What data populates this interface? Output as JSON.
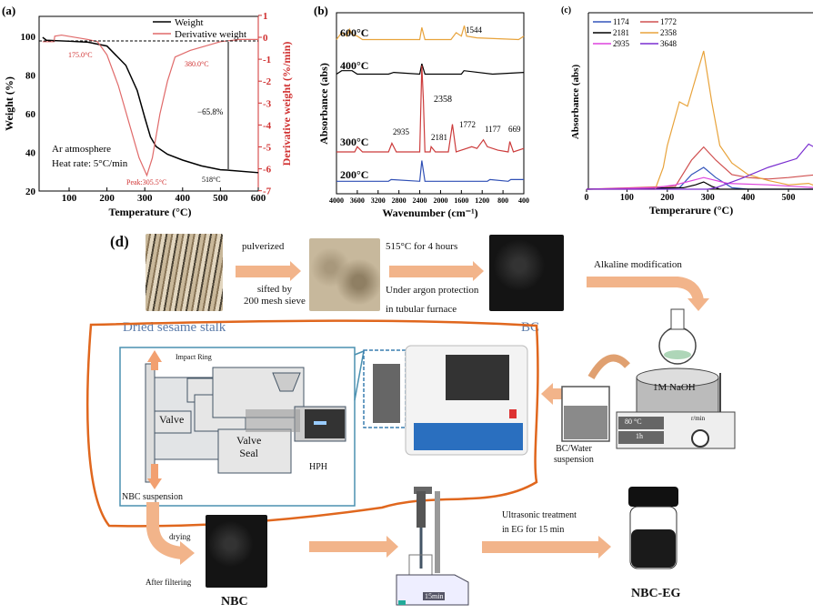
{
  "panel_labels": {
    "a": "(a)",
    "b": "(b)",
    "c": "(c)",
    "d": "(d)"
  },
  "chart_data": [
    {
      "id": "a",
      "type": "line",
      "xlabel": "Temperature (°C)",
      "ylabel": "Weight (%)",
      "ylabel_right": "Derivative weight (%/min)",
      "xlim": [
        30,
        600
      ],
      "ylim": [
        20,
        110
      ],
      "ylim_right": [
        -7,
        1
      ],
      "xticks": [
        100,
        200,
        300,
        400,
        500,
        600
      ],
      "yticks": [
        20,
        40,
        60,
        80,
        100
      ],
      "yticks_right": [
        1,
        0,
        -1,
        -2,
        -3,
        -4,
        -5,
        -6,
        -7
      ],
      "legend": [
        "Weight",
        "Derivative weight"
      ],
      "legend_position": "top-right",
      "colors": {
        "weight": "#000000",
        "derivative": "#e06a6a"
      },
      "series": [
        {
          "name": "Weight",
          "axis": "left",
          "x": [
            30,
            40,
            100,
            150,
            200,
            250,
            280,
            300,
            315,
            330,
            360,
            400,
            450,
            500,
            518,
            600
          ],
          "y": [
            99.5,
            98,
            97.5,
            97,
            95,
            85,
            72,
            58,
            48,
            43,
            39,
            36,
            33,
            31,
            30.8,
            29.5
          ]
        },
        {
          "name": "Derivative weight",
          "axis": "right",
          "x": [
            30,
            60,
            62,
            80,
            150,
            175,
            200,
            230,
            260,
            285,
            305.5,
            320,
            340,
            360,
            380,
            420,
            500,
            550,
            600
          ],
          "y": [
            -0.2,
            -0.2,
            0.05,
            0.1,
            -0.1,
            -0.2,
            -0.8,
            -2.2,
            -4,
            -5.5,
            -6.3,
            -5.5,
            -3.5,
            -2,
            -0.9,
            -0.6,
            -0.2,
            -0.1,
            -0.1
          ]
        }
      ],
      "annotations": {
        "t1": "175.0°C",
        "t2": "380.0°C",
        "peak": "Peak:305.5°C",
        "end": "518°C",
        "loss": "−65.8%",
        "atm": "Ar atmosphere",
        "rate": "Heat rate: 5°C/min"
      }
    },
    {
      "id": "b",
      "type": "line",
      "xlabel": "Wavenumber (cm⁻¹)",
      "ylabel": "Absorbance (abs)",
      "xlim": [
        4000,
        400
      ],
      "xticks": [
        4000,
        3600,
        3200,
        2800,
        2400,
        2000,
        1600,
        1200,
        800,
        400
      ],
      "series": [
        {
          "name": "600°C",
          "color": "#e8a33b",
          "offset": 0.85,
          "x": [
            4000,
            3900,
            3800,
            3750,
            3700,
            3600,
            3500,
            2400,
            2360,
            2300,
            1800,
            1700,
            1600,
            1544,
            1500,
            1300,
            500,
            400
          ],
          "y": [
            0,
            0.04,
            0.02,
            0.06,
            0.03,
            0.02,
            0,
            0,
            0.07,
            0,
            0,
            0.04,
            0.02,
            0.08,
            0.02,
            0.01,
            0,
            0.02
          ]
        },
        {
          "name": "400°C",
          "color": "#000000",
          "offset": 0.65,
          "x": [
            4000,
            3900,
            3700,
            3600,
            3000,
            2900,
            2400,
            2360,
            2300,
            1600,
            1550,
            1000,
            400
          ],
          "y": [
            0,
            0.02,
            0.02,
            0,
            0,
            0.01,
            0,
            0.06,
            0,
            0,
            0.02,
            0,
            0.01
          ]
        },
        {
          "name": "300°C",
          "color": "#cc3b3b",
          "offset": 0.2,
          "x": [
            4000,
            3650,
            3600,
            3500,
            3000,
            2935,
            2850,
            2400,
            2360,
            2330,
            2300,
            2200,
            2181,
            2100,
            1850,
            1772,
            1700,
            1400,
            1300,
            1177,
            1100,
            900,
            700,
            669,
            600,
            400
          ],
          "y": [
            0,
            0,
            0.03,
            0,
            0,
            0.05,
            0,
            0,
            0.5,
            0.3,
            0,
            0,
            0.03,
            0,
            0,
            0.16,
            0,
            0.03,
            0.02,
            0.07,
            0.03,
            0.01,
            0,
            0.06,
            0,
            0.02
          ]
        },
        {
          "name": "200°C",
          "color": "#2f4fb5",
          "offset": 0.03,
          "x": [
            4000,
            3000,
            2950,
            2400,
            2360,
            2300,
            2200,
            1100,
            1050,
            700,
            650,
            400
          ],
          "y": [
            0,
            0,
            0.01,
            0,
            0.12,
            0,
            0,
            0,
            0.01,
            0,
            0.01,
            0.01
          ]
        }
      ],
      "peak_labels": [
        "1544",
        "2358",
        "2935",
        "2181",
        "1772",
        "1177",
        "669"
      ]
    },
    {
      "id": "c",
      "type": "line",
      "xlabel": "Temperarure (°C)",
      "ylabel": "Absorbance (abs)",
      "xlim": [
        0,
        570
      ],
      "ylim": [
        0,
        1
      ],
      "xticks": [
        0,
        100,
        200,
        300,
        400,
        500
      ],
      "legend_position": "top-left",
      "series": [
        {
          "name": "1174",
          "color": "#3355bb",
          "x": [
            0,
            230,
            260,
            290,
            320,
            360,
            400,
            570
          ],
          "y": [
            0,
            0.01,
            0.1,
            0.15,
            0.08,
            0.01,
            0,
            0
          ]
        },
        {
          "name": "1772",
          "color": "#d05050",
          "x": [
            0,
            220,
            260,
            290,
            320,
            360,
            400,
            450,
            500,
            570
          ],
          "y": [
            0,
            0.02,
            0.2,
            0.29,
            0.2,
            0.1,
            0.08,
            0.07,
            0.08,
            0.1
          ]
        },
        {
          "name": "2181",
          "color": "#000000",
          "x": [
            0,
            240,
            270,
            290,
            310,
            330,
            570
          ],
          "y": [
            0,
            0.01,
            0.03,
            0.05,
            0.02,
            0,
            0
          ]
        },
        {
          "name": "2358",
          "color": "#e8a33b",
          "x": [
            0,
            170,
            190,
            200,
            230,
            250,
            290,
            310,
            330,
            360,
            400,
            450,
            500,
            550,
            570
          ],
          "y": [
            0,
            0,
            0.15,
            0.3,
            0.6,
            0.57,
            0.95,
            0.6,
            0.3,
            0.18,
            0.1,
            0.06,
            0.03,
            0.04,
            0.02
          ]
        },
        {
          "name": "2935",
          "color": "#dd44dd",
          "x": [
            0,
            170,
            220,
            290,
            350,
            450,
            570
          ],
          "y": [
            0,
            0.01,
            0.03,
            0.08,
            0.04,
            0.03,
            0.01
          ]
        },
        {
          "name": "3648",
          "color": "#7a2fd0",
          "x": [
            0,
            300,
            320,
            380,
            450,
            520,
            550,
            570
          ],
          "y": [
            0,
            0,
            0.01,
            0.07,
            0.15,
            0.21,
            0.31,
            0.28
          ]
        }
      ]
    }
  ],
  "diagram": {
    "step1_top": "pulverized",
    "step1_bottom_1": "sifted by",
    "step1_bottom_2": "200 mesh sieve",
    "step2_top": "515°C for 4 hours",
    "step2_bottom_1": "Under argon protection",
    "step2_bottom_2": "in tubular furnace",
    "stalk_label": "Dried  sesame stalk",
    "bc_label": "BC",
    "alkaline": "Alkaline modification",
    "naoh": "1M NaOH",
    "temp": "80 °C",
    "time": "1h",
    "rpm": "r/min",
    "suspension_1": "BC/Water",
    "suspension_2": "suspension",
    "impact_ring": "Impact Ring",
    "valve": "Valve",
    "valve_seal_1": "Valve",
    "valve_seal_2": "Seal",
    "hph": "HPH",
    "nbc_suspension": "NBC suspension",
    "drying": "drying",
    "after_filtering": "After filtering",
    "nbc": "NBC",
    "ultra_1": "Ultrasonic  treatment",
    "ultra_2": "in EG for 15 min",
    "timer": "15min",
    "nbc_eg": "NBC-EG"
  }
}
